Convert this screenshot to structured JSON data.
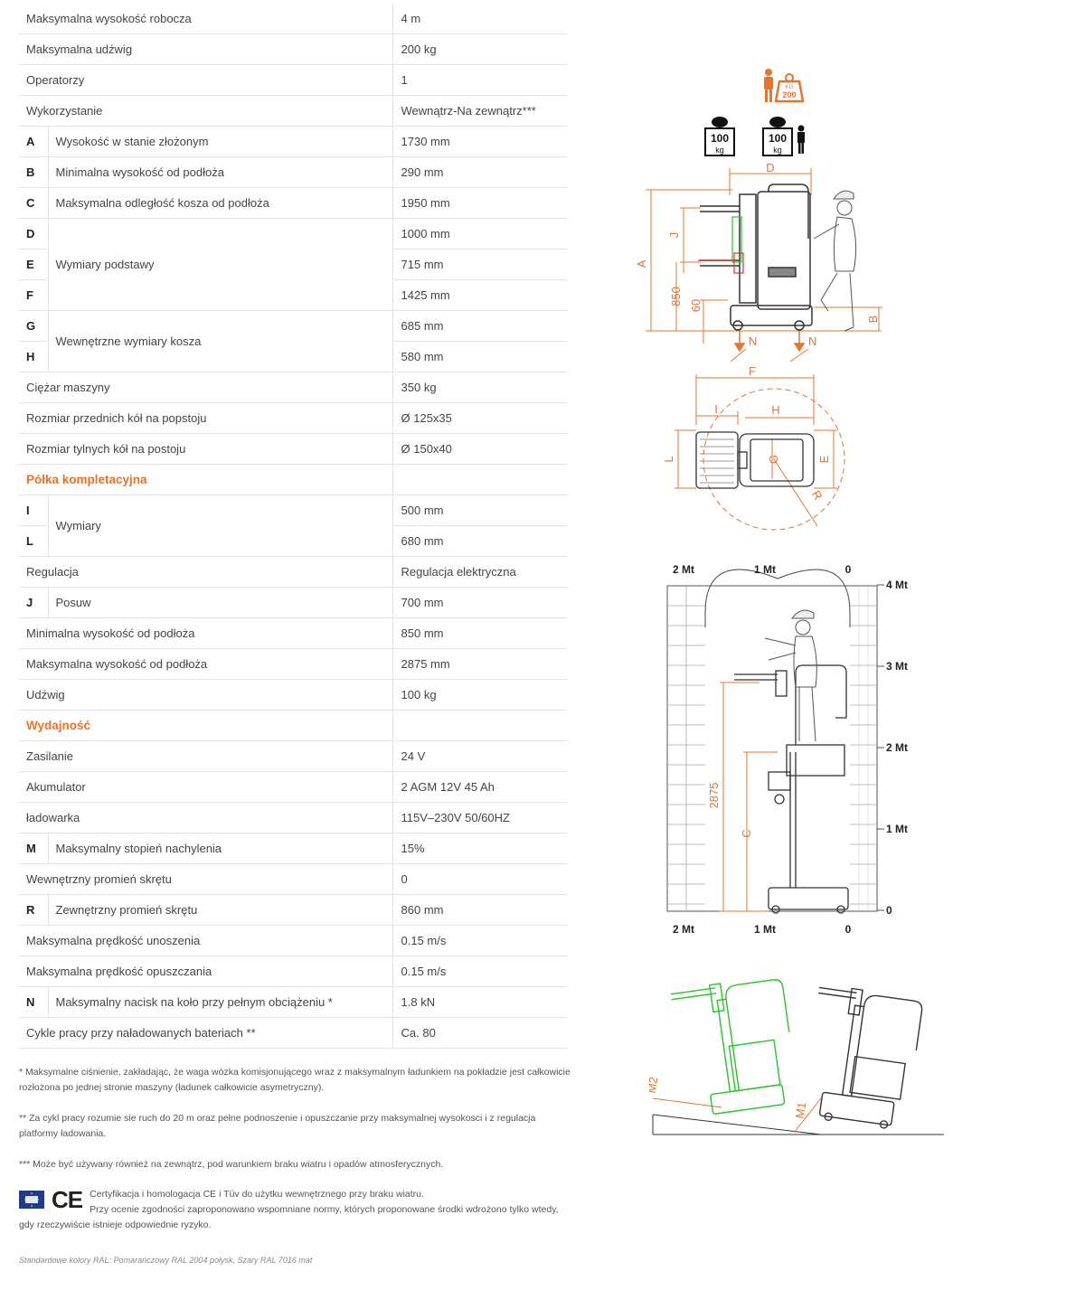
{
  "spec_rows": [
    {
      "label": "Maksymalna wysokość robocza",
      "value": "4 m"
    },
    {
      "label": "Maksymalna udźwig",
      "value": "200 kg"
    },
    {
      "label": "Operatorzy",
      "value": "1"
    },
    {
      "label": "Wykorzystanie",
      "value": "Wewnątrz-Na zewnątrz***"
    }
  ],
  "dims": {
    "A": {
      "letter": "A",
      "label": "Wysokość w stanie złożonym",
      "value": "1730 mm"
    },
    "B": {
      "letter": "B",
      "label": "Minimalna wysokość od podłoża",
      "value": "290 mm"
    },
    "C": {
      "letter": "C",
      "label": "Maksymalna odległość kosza od podłoża",
      "value": "1950 mm"
    },
    "base_label": "Wymiary podstawy",
    "D": {
      "letter": "D",
      "value": "1000 mm"
    },
    "E": {
      "letter": "E",
      "value": "715 mm"
    },
    "F": {
      "letter": "F",
      "value": "1425 mm"
    },
    "basket_label": "Wewnętrzne wymiary kosza",
    "G": {
      "letter": "G",
      "value": "685 mm"
    },
    "H": {
      "letter": "H",
      "value": "580 mm"
    }
  },
  "spec_rows2": [
    {
      "label": "Ciężar maszyny",
      "value": "350 kg"
    },
    {
      "label": "Rozmiar przednich kół na popstoju",
      "value": "Ø 125x35"
    },
    {
      "label": "Rozmiar tylnych kół na postoju",
      "value": "Ø 150x40"
    }
  ],
  "shelf": {
    "title": "Półka kompletacyjna",
    "dims_label": "Wymiary",
    "I": {
      "letter": "I",
      "value": "500 mm"
    },
    "L": {
      "letter": "L",
      "value": "680 mm"
    },
    "regulation": {
      "label": "Regulacja",
      "value": "Regulacja elektryczna"
    },
    "J": {
      "letter": "J",
      "label": "Posuw",
      "value": "700 mm"
    },
    "min_height": {
      "label": "Minimalna wysokość od podłoża",
      "value": "850 mm"
    },
    "max_height": {
      "label": "Maksymalna wysokość od podłoża",
      "value": "2875 mm"
    },
    "capacity": {
      "label": "Udźwig",
      "value": "100 kg"
    }
  },
  "performance": {
    "title": "Wydajność",
    "power": {
      "label": "Zasilanie",
      "value": "24 V"
    },
    "battery": {
      "label": "Akumulator",
      "value": "2 AGM 12V 45 Ah"
    },
    "charger": {
      "label": "ładowarka",
      "value": "115V–230V 50/60HZ"
    },
    "M": {
      "letter": "M",
      "label": "Maksymalny stopień nachylenia",
      "value": "15%"
    },
    "inner_radius": {
      "label": "Wewnętrzny promień skrętu",
      "value": "0"
    },
    "R": {
      "letter": "R",
      "label": "Zewnętrzny promień skrętu",
      "value": "860 mm"
    },
    "lift_speed": {
      "label": "Maksymalna prędkość unoszenia",
      "value": "0.15 m/s"
    },
    "lower_speed": {
      "label": "Maksymalna prędkość opuszczania",
      "value": "0.15 m/s"
    },
    "N": {
      "letter": "N",
      "label": "Maksymalny nacisk na koło przy pełnym obciążeniu *",
      "value": "1.8 kN"
    },
    "cycles": {
      "label": "Cykle pracy przy naładowanych bateriach **",
      "value": "Ca. 80"
    }
  },
  "notes": {
    "note1": "* Maksymalne ciśnienie, zakładając, że waga wózka komisjonującego wraz z maksymalnym ładunkiem na pokładzie jest całkowicie rozłożona po jednej stronie maszyny (ładunek całkowicie asymetryczny).",
    "note2": "** Za cykl pracy rozumie sie ruch do 20 m oraz pełne podnoszenie i opuszczanie przy maksymalnej wysokosci i z regulacja platformy ładowania.",
    "note3": "*** Może być używany również na zewnątrz, pod warunkiem braku wiatru i opadów atmosferycznych.",
    "cert_line1": "Certyfikacja i homologacja CE i Tüv do użytku wewnętrznego przy braku wiatru.",
    "cert_line2": "Przy ocenie zgodności zaproponowano wspomniane normy, których proponowane środki wdrożono tylko wtedy, gdy rzeczywiście istnieje odpowiednie ryzyko.",
    "ce_mark": "CE",
    "colors": "Standardowe kolory RAL: Pomarańczowy RAL 2004 połysk, Szary RAL 7016 mat"
  },
  "drawings": {
    "load_kg_200": "200",
    "kg_small": "KG",
    "load_100": "100",
    "kg": "kg",
    "side_labels": {
      "D": "D",
      "J": "J",
      "A": "A",
      "850": "850",
      "60": "60",
      "B": "B",
      "N1": "N",
      "N2": "N"
    },
    "top_labels": {
      "F": "F",
      "I": "I",
      "H": "H",
      "L": "L",
      "G": "G",
      "E": "E",
      "R": "R"
    },
    "chart_top": [
      "2 Mt",
      "1 Mt",
      "0"
    ],
    "chart_bottom": [
      "2 Mt",
      "1 Mt",
      "0"
    ],
    "chart_right": [
      "4 Mt",
      "3 Mt",
      "2 Mt",
      "1 Mt",
      "0"
    ],
    "reach_labels": {
      "2875": "2875",
      "C": "C"
    },
    "slope_labels": {
      "M2": "M2",
      "M1": "M1"
    }
  },
  "colors": {
    "accent": "#e8742b",
    "dim_red": "#e03030",
    "shelf_green": "#27c427"
  }
}
